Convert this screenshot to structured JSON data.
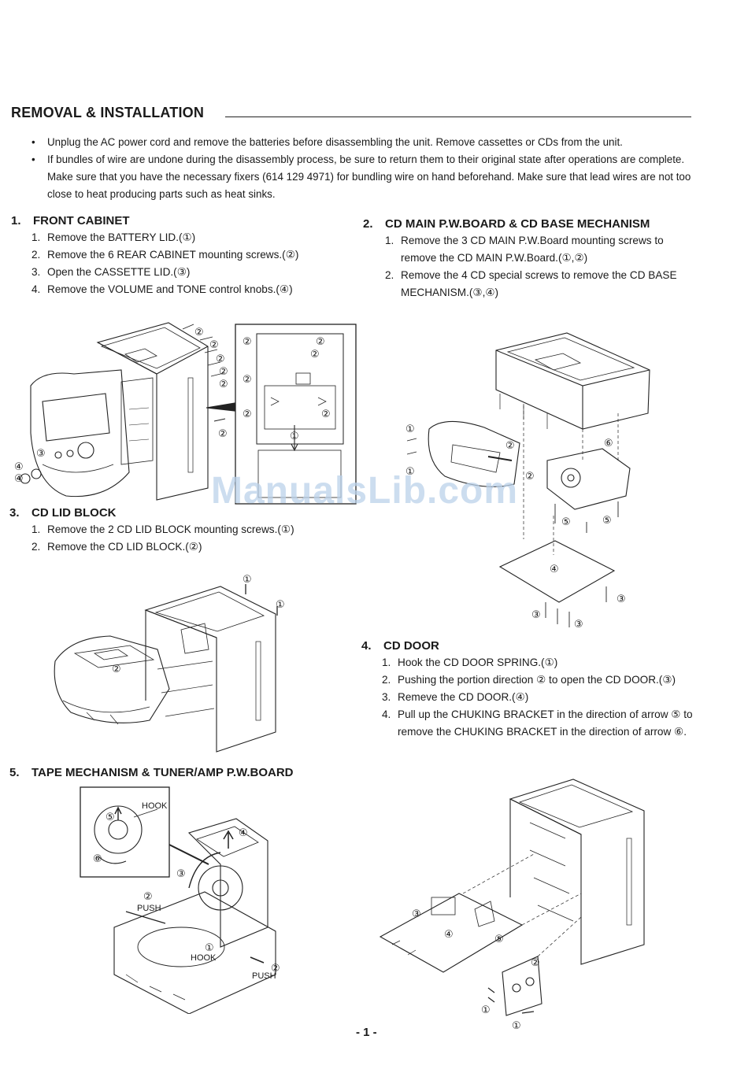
{
  "header": {
    "title": "REMOVAL & INSTALLATION"
  },
  "notes": [
    "Unplug the AC power cord and remove the batteries before disassembling the unit. Remove cassettes or CDs from the unit.",
    "If bundles of wire are undone during the disassembly process, be sure to return them to their original state after operations are complete. Make sure that you have the necessary fixers (614 129 4971) for bundling wire on hand beforehand. Make sure that lead wires are not too close to heat producing parts such as heat sinks."
  ],
  "sections": {
    "s1": {
      "num": "1.",
      "title": "FRONT CABINET",
      "steps": [
        {
          "k": "1.",
          "t": "Remove the BATTERY  LID.(①)"
        },
        {
          "k": "2.",
          "t": "Remove the 6 REAR CABINET mounting screws.(②)"
        },
        {
          "k": "3.",
          "t": "Open the CASSETTE LID.(③)"
        },
        {
          "k": "4.",
          "t": "Remove the VOLUME and TONE control knobs.(④)"
        }
      ]
    },
    "s2": {
      "num": "2.",
      "title": "CD MAIN P.W.BOARD & CD BASE MECHANISM",
      "steps": [
        {
          "k": "1.",
          "t": "Remove the 3 CD MAIN P.W.Board mounting screws to remove the CD MAIN P.W.Board.(①,②)"
        },
        {
          "k": "2.",
          "t": "Remove the 4 CD special screws to remove the CD BASE MECHANISM.(③,④)"
        }
      ]
    },
    "s3": {
      "num": "3.",
      "title": "CD LID BLOCK",
      "steps": [
        {
          "k": "1.",
          "t": "Remove the 2 CD LID BLOCK mounting screws.(①)"
        },
        {
          "k": "2.",
          "t": "Remove the CD LID BLOCK.(②)"
        }
      ]
    },
    "s4": {
      "num": "4.",
      "title": "CD DOOR",
      "steps": [
        {
          "k": "1.",
          "t": "Hook the CD DOOR SPRING.(①)"
        },
        {
          "k": "2.",
          "t": "Pushing the portion direction ② to open the CD DOOR.(③)"
        },
        {
          "k": "3.",
          "t": "Remeve the CD DOOR.(④)"
        },
        {
          "k": "4.",
          "t": "Pull up the CHUKING BRACKET in the direction of arrow ⑤ to remove the CHUKING BRACKET  in the direction of arrow  ⑥."
        }
      ]
    },
    "s5": {
      "num": "5.",
      "title": "TAPE MECHANISM & TUNER/AMP P.W.BOARD",
      "steps": []
    }
  },
  "figure_labels": {
    "hook": "HOOK",
    "push": "PUSH",
    "c1": "①",
    "c2": "②",
    "c3": "③",
    "c4": "④",
    "c5": "⑤",
    "c6": "⑥"
  },
  "watermark": "ManualsLib.com",
  "footer": {
    "page": "- 1 -"
  }
}
